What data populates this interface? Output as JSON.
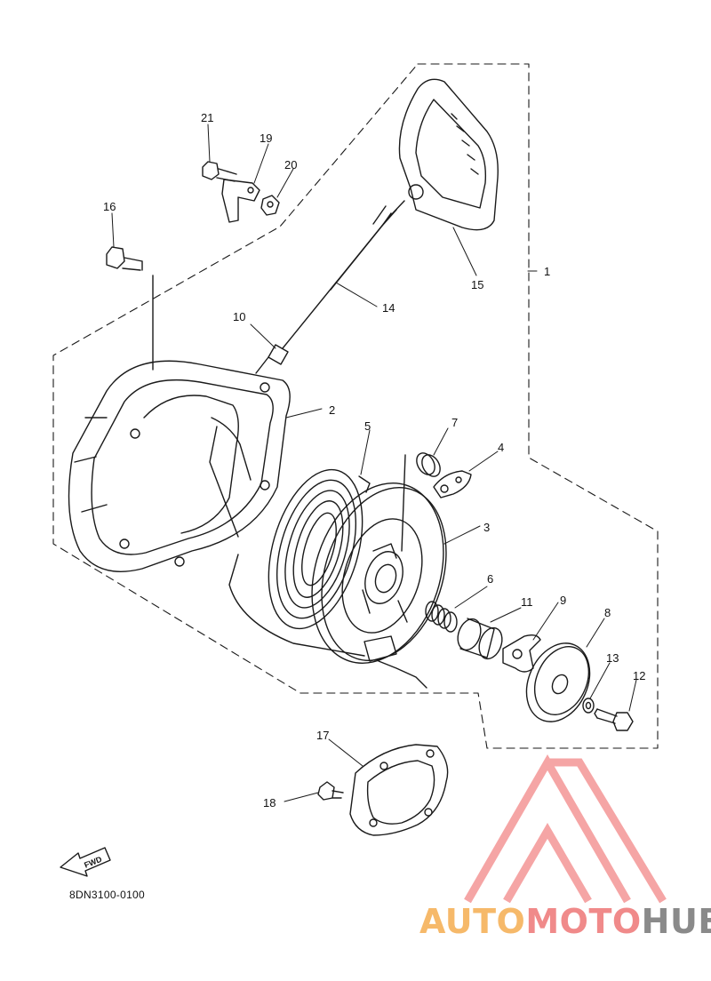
{
  "diagram": {
    "callouts": [
      "1",
      "2",
      "3",
      "4",
      "5",
      "6",
      "7",
      "8",
      "9",
      "10",
      "11",
      "12",
      "13",
      "14",
      "15",
      "16",
      "17",
      "18",
      "19",
      "20",
      "21"
    ],
    "direction_marker": "FWD",
    "part_code": "8DN3100-0100"
  },
  "watermark": {
    "segment_1": "AUTO",
    "segment_2": "MOTO",
    "segment_3": "HUB",
    "colors": {
      "auto": "#f6b96a",
      "moto": "#f08a8a",
      "hub": "#8a8a8a",
      "logo": "#f06a6a"
    }
  },
  "icons": [
    "fwd-arrow-icon",
    "automotohub-logo-icon"
  ]
}
